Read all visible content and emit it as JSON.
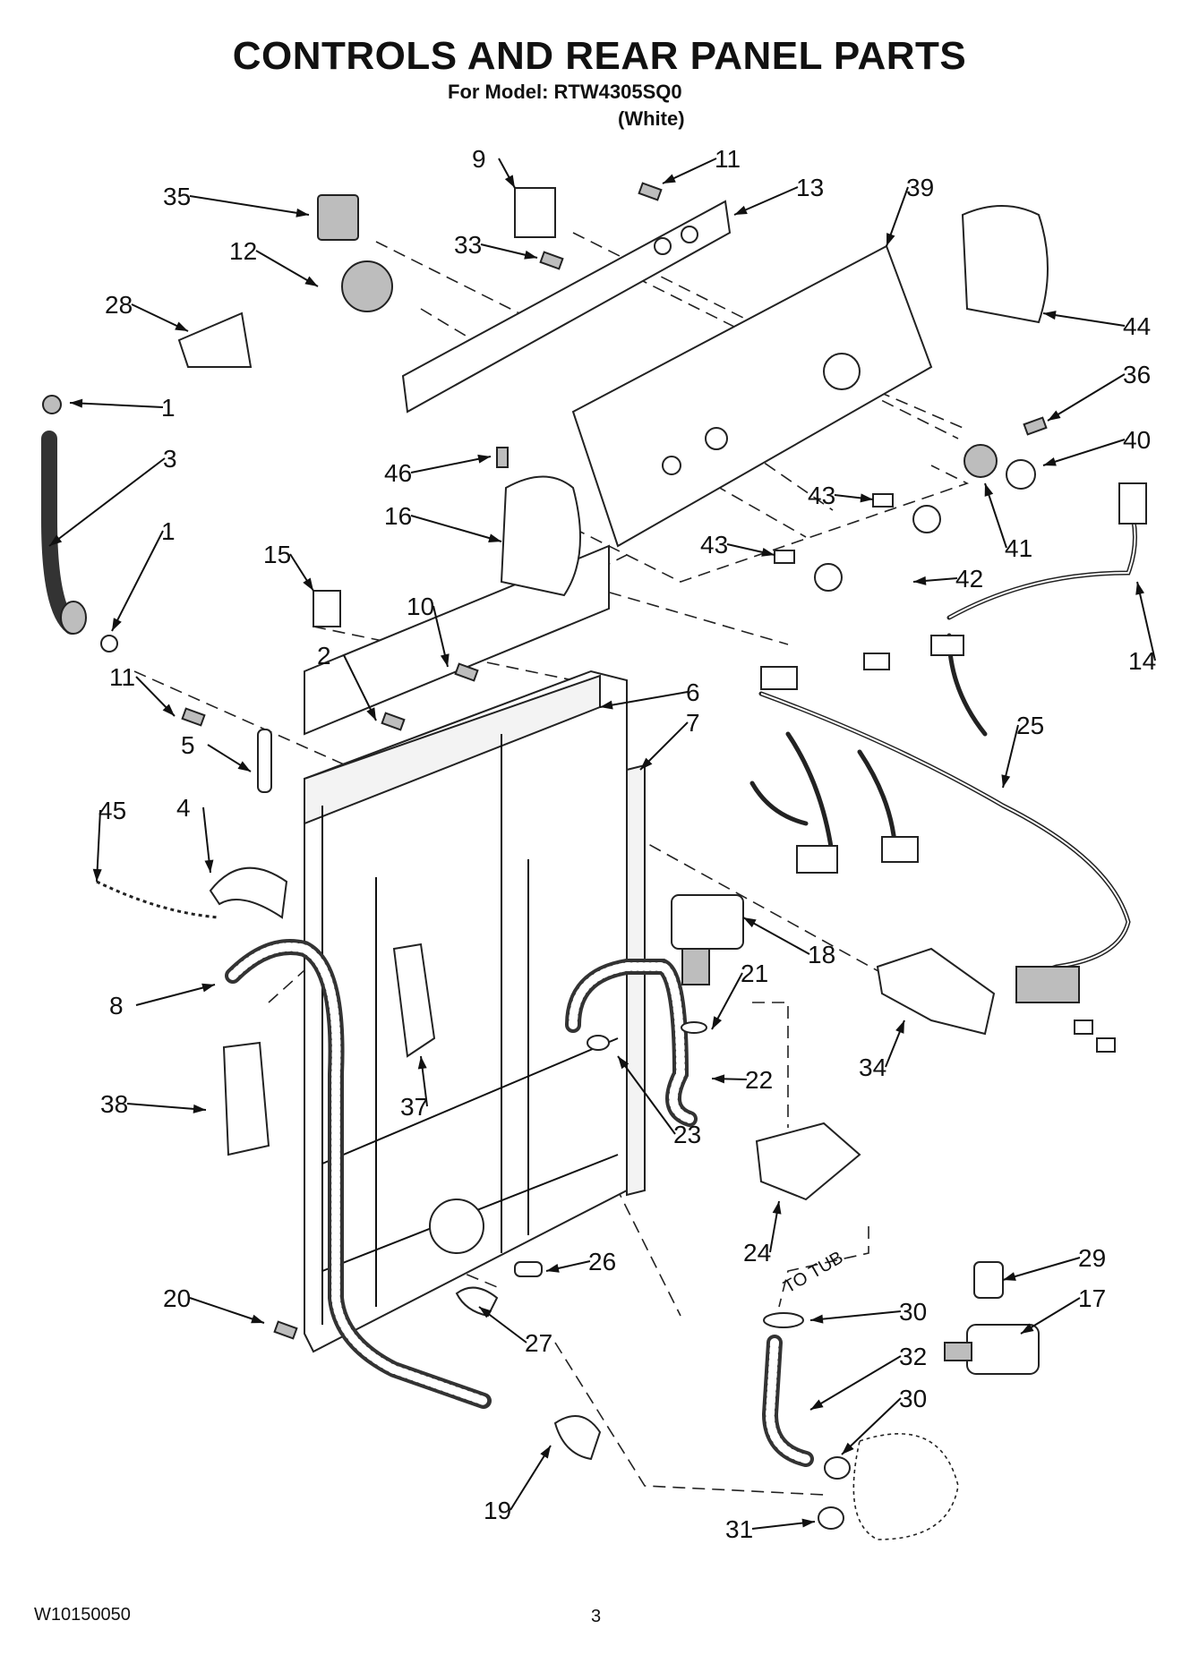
{
  "header": {
    "title": "CONTROLS AND REAR PANEL PARTS",
    "model_line": "For Model: RTW4305SQ0",
    "color_note": "(White)"
  },
  "diagram": {
    "tub_label": "TO TUB",
    "callouts": [
      "1",
      "3",
      "1",
      "11",
      "5",
      "45",
      "4",
      "8",
      "38",
      "20",
      "19",
      "31",
      "30",
      "32",
      "30",
      "29",
      "17",
      "24",
      "34",
      "22",
      "23",
      "21",
      "18",
      "25",
      "14",
      "42",
      "41",
      "40",
      "36",
      "44",
      "39",
      "13",
      "11",
      "9",
      "35",
      "33",
      "12",
      "28",
      "46",
      "16",
      "43",
      "43",
      "15",
      "10",
      "2",
      "6",
      "7",
      "37",
      "26",
      "27"
    ]
  },
  "footer": {
    "doc_number": "W10150050",
    "page_number": "3"
  }
}
